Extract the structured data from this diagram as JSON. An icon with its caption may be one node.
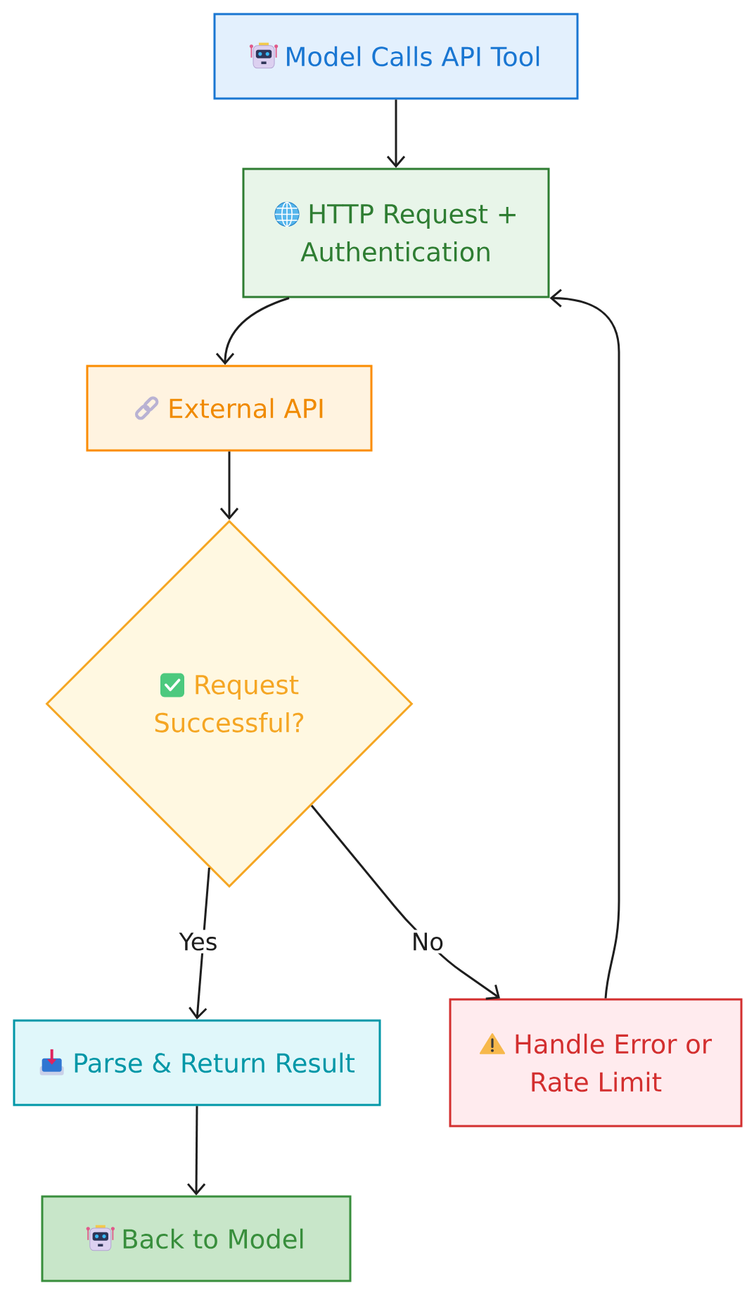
{
  "diagram": {
    "nodes": [
      {
        "text": [
          "Model Calls API Tool"
        ]
      },
      {
        "text": [
          "HTTP Request + Authentication"
        ]
      },
      {
        "text": [
          "External API"
        ]
      },
      {
        "text": [
          "Request Successful?"
        ]
      },
      {
        "text": [
          "Parse & Return Result"
        ]
      },
      {
        "text": [
          "Handle Error or Rate Limit"
        ]
      },
      {
        "text": [
          "Back to Model"
        ]
      }
    ],
    "edges": [
      {
        "from": 0,
        "to": 1,
        "arrow": "to"
      },
      {
        "from": 1,
        "to": 2,
        "arrow": "to"
      },
      {
        "from": 2,
        "to": 3,
        "arrow": "to"
      },
      {
        "from": 3,
        "to": 4,
        "arrow": "to",
        "label": "Yes"
      },
      {
        "from": 3,
        "to": 5,
        "arrow": "to",
        "label": "No"
      },
      {
        "from": 5,
        "to": 1,
        "arrow": "to"
      },
      {
        "from": 4,
        "to": 6,
        "arrow": "to"
      }
    ]
  }
}
